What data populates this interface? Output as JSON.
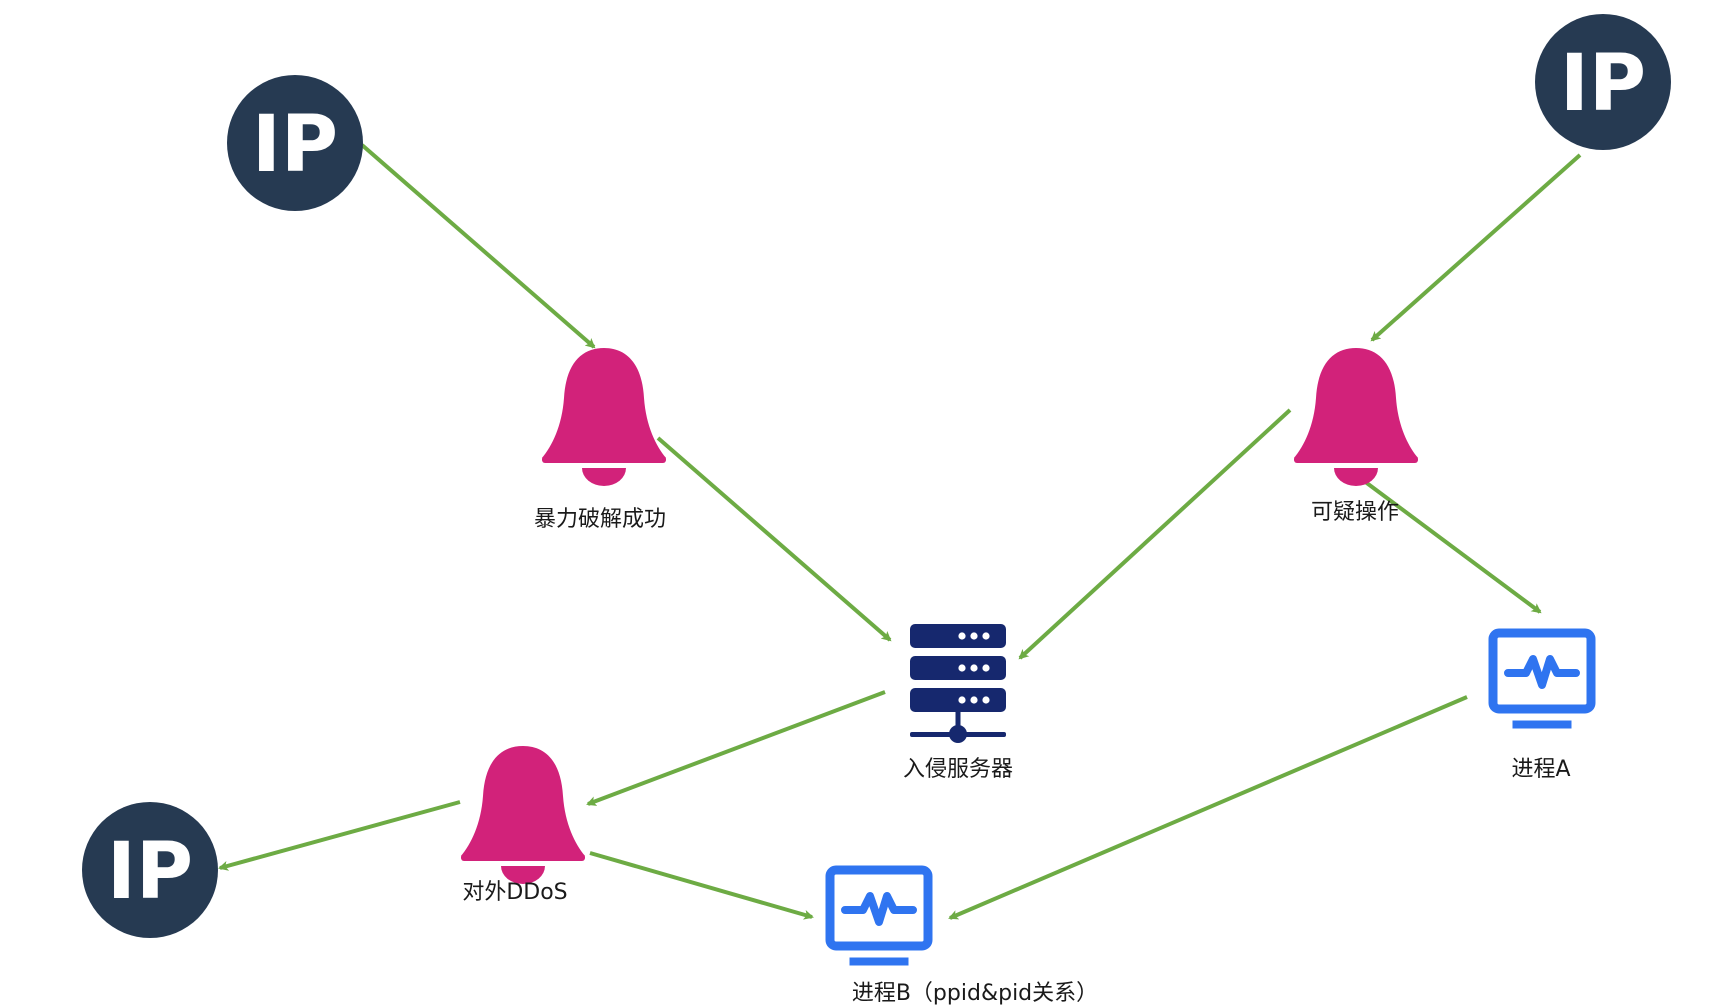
{
  "colors": {
    "ip_bg": "#263a52",
    "ip_text": "#ffffff",
    "alert": "#d2227a",
    "server": "#16286e",
    "process": "#2f74f0",
    "edge": "#6dab44",
    "label": "#1a1a1a"
  },
  "nodes": {
    "ip_top_left": {
      "text": "IP",
      "icon": "ip-badge-icon"
    },
    "ip_top_right": {
      "text": "IP",
      "icon": "ip-badge-icon"
    },
    "ip_bottom_left": {
      "text": "IP",
      "icon": "ip-badge-icon"
    },
    "alert_bruteforce": {
      "label": "暴力破解成功",
      "icon": "bell-icon"
    },
    "alert_suspicious": {
      "label": "可疑操作",
      "icon": "bell-icon"
    },
    "alert_ddos": {
      "label": "对外DDoS",
      "icon": "bell-icon"
    },
    "server": {
      "label": "入侵服务器",
      "icon": "server-icon"
    },
    "process_a": {
      "label": "进程A",
      "icon": "monitor-icon"
    },
    "process_b": {
      "label": "进程B（ppid&pid关系）",
      "icon": "monitor-icon"
    }
  }
}
